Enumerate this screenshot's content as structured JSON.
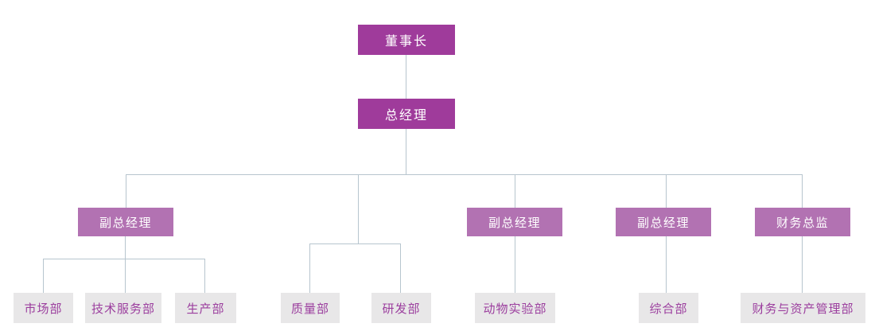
{
  "org_chart": {
    "level1": {
      "chairman": "董事长"
    },
    "level2": {
      "general_manager": "总经理"
    },
    "level3": [
      {
        "label": "副总经理"
      },
      {
        "label": "副总经理"
      },
      {
        "label": "副总经理"
      },
      {
        "label": "财务总监"
      }
    ],
    "level4": [
      {
        "label": "市场部"
      },
      {
        "label": "技术服务部"
      },
      {
        "label": "生产部"
      },
      {
        "label": "质量部"
      },
      {
        "label": "研发部"
      },
      {
        "label": "动物实验部"
      },
      {
        "label": "综合部"
      },
      {
        "label": "财务与资产管理部"
      }
    ],
    "structure": {
      "董事长": [
        "总经理"
      ],
      "总经理": [
        "副总经理(1)",
        "质量部/研发部分支",
        "副总经理(2)",
        "副总经理(3)",
        "财务总监"
      ],
      "副总经理(1)": [
        "市场部",
        "技术服务部",
        "生产部"
      ],
      "质量部/研发部分支": [
        "质量部",
        "研发部"
      ],
      "副总经理(2)": [
        "动物实验部"
      ],
      "副总经理(3)": [
        "综合部"
      ],
      "财务总监": [
        "财务与资产管理部"
      ]
    },
    "colors": {
      "executive_box": "#9F3B9B",
      "manager_box": "#B272B2",
      "department_box": "#E8E7E8",
      "department_text": "#9B3E9E",
      "connector_line": "#B7C5CE",
      "background": "#FFFFFF"
    }
  }
}
